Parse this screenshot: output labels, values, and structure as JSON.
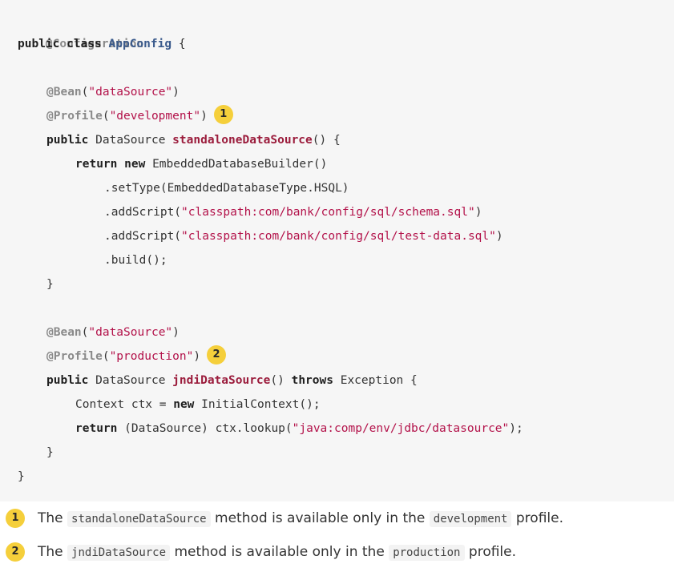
{
  "code": {
    "annotation_configuration": "@Configuration",
    "kw_public": "public",
    "kw_class": "class",
    "class_name": "AppConfig",
    "open_brace": " {",
    "bean_annotation": "@Bean",
    "bean_name_1": "\"dataSource\"",
    "profile_annotation": "@Profile",
    "profile_1": "\"development\"",
    "callout_1": "1",
    "type_datasource": "DataSource",
    "method_1": "standaloneDataSource",
    "method_1_tail": "() {",
    "kw_return": "return",
    "kw_new": "new",
    "builder_call": "EmbeddedDatabaseBuilder()",
    "set_type": ".setType(EmbeddedDatabaseType.HSQL)",
    "add_script": ".addScript(",
    "schema_path": "\"classpath:com/bank/config/sql/schema.sql\"",
    "test_data_path": "\"classpath:com/bank/config/sql/test-data.sql\"",
    "close_paren": ")",
    "build_call": ".build();",
    "close_brace": "}",
    "bean_name_2": "\"dataSource\"",
    "profile_2": "\"production\"",
    "callout_2": "2",
    "method_2": "jndiDataSource",
    "method_2_mid": "() ",
    "kw_throws": "throws",
    "exception_tail": " Exception {",
    "ctx_decl": "Context ctx = ",
    "initial_context": " InitialContext();",
    "cast_lookup": " (DataSource) ctx.lookup(",
    "jndi_path": "\"java:comp/env/jdbc/datasource\"",
    "lookup_tail": ");"
  },
  "notes": [
    {
      "number": "1",
      "prefix": "The",
      "code": "standaloneDataSource",
      "middle": "method is available only in the",
      "profile": "development",
      "suffix": "profile."
    },
    {
      "number": "2",
      "prefix": "The",
      "code": "jndiDataSource",
      "middle": "method is available only in the",
      "profile": "production",
      "suffix": "profile."
    }
  ]
}
